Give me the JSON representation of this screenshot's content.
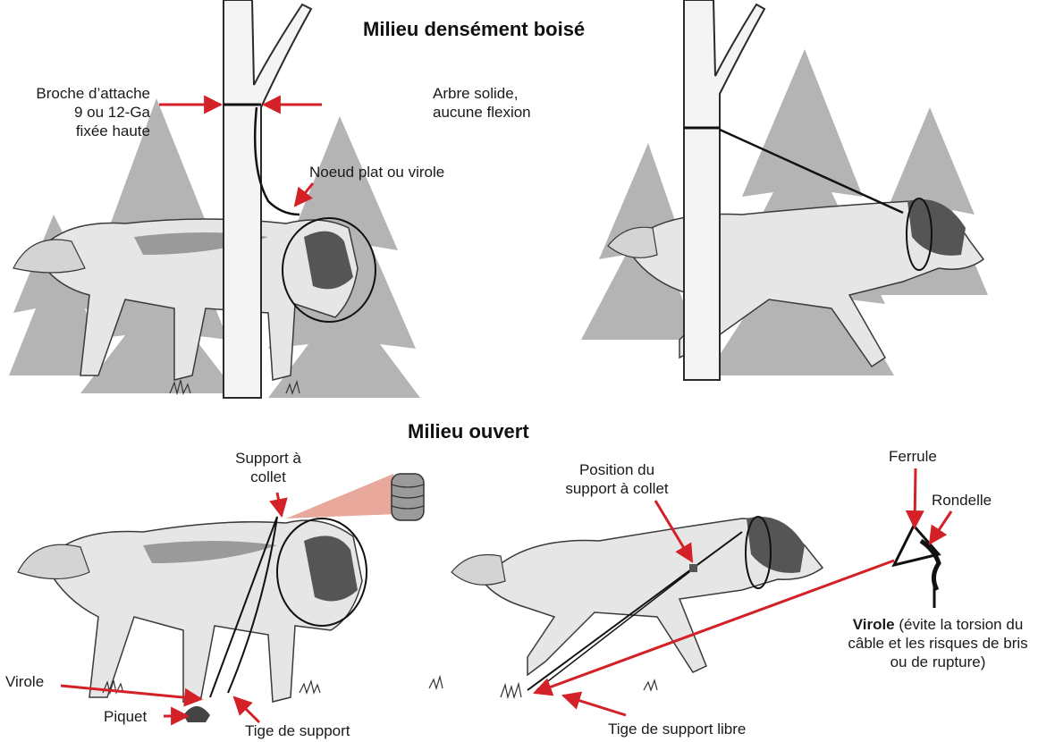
{
  "titles": {
    "forest": "Milieu densément boisé",
    "open": "Milieu ouvert"
  },
  "forest_labels": {
    "wire_line1": "Broche d’attache",
    "wire_line2": "9 ou 12-Ga",
    "wire_line3": "fixée haute",
    "tree_line1": "Arbre solide,",
    "tree_line2": "aucune flexion",
    "knot": "Noeud plat ou virole"
  },
  "open_labels": {
    "support_line1": "Support à",
    "support_line2": "collet",
    "virole": "Virole",
    "piquet": "Piquet",
    "rod": "Tige de support",
    "position_line1": "Position du",
    "position_line2": "support à collet",
    "free_rod": "Tige de support libre",
    "ferrule": "Ferrule",
    "washer": "Rondelle",
    "swivel_bold": "Virole",
    "swivel_line1": " (évite la torsion du",
    "swivel_line2": "câble et les risques de bris",
    "swivel_line3": "ou de rupture)"
  },
  "colors": {
    "arrow": "#d42027",
    "tree_shadow": "#b4b4b4",
    "ink": "#1a1a1a",
    "cone": "#e8a99c"
  }
}
